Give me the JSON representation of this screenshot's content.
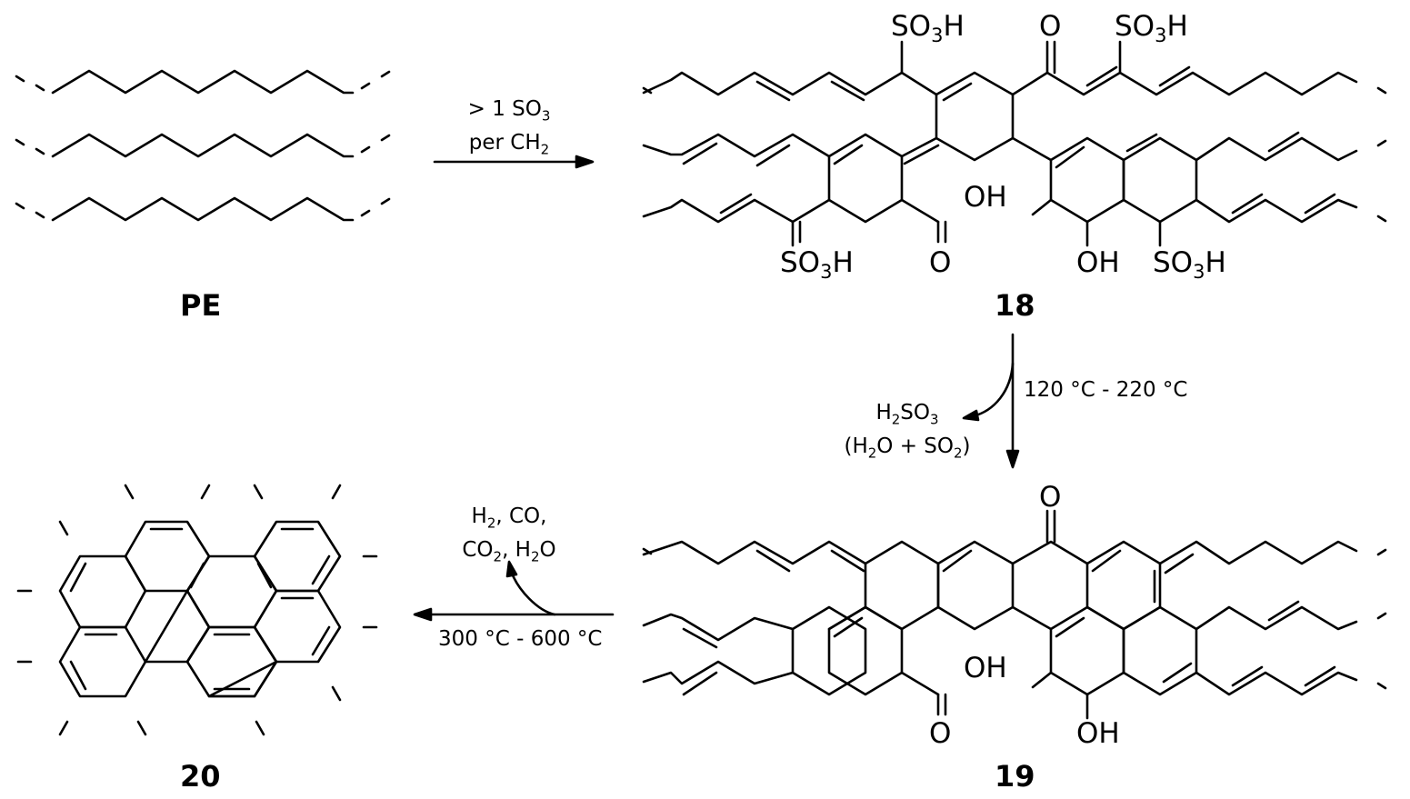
{
  "compounds": {
    "pe": "PE",
    "c18": "18",
    "c19": "19",
    "c20": "20"
  },
  "reaction1": {
    "line1": "> 1 SO",
    "sub1": "3",
    "line2": "per CH",
    "sub2": "2"
  },
  "reaction2": {
    "temperature": "120 °C - 220 °C",
    "byproduct_a": "H",
    "byproduct_a_sub1": "2",
    "byproduct_a_mid": "SO",
    "byproduct_a_sub2": "3",
    "byproduct_b_open": "(H",
    "byproduct_b_sub1": "2",
    "byproduct_b_mid": "O + SO",
    "byproduct_b_sub2": "2",
    "byproduct_b_close": ")"
  },
  "reaction3": {
    "temperature": "300 °C - 600 °C",
    "gas_line1_a": "H",
    "gas_line1_sub": "2",
    "gas_line1_b": ", CO,",
    "gas_line2_a": "CO",
    "gas_line2_sub1": "2",
    "gas_line2_b": ", H",
    "gas_line2_sub2": "2",
    "gas_line2_c": "O"
  },
  "groups": {
    "so3h": "SO",
    "so3h_sub": "3",
    "so3h_h": "H",
    "oh": "OH",
    "o": "O",
    "cooh_oh": "OH"
  }
}
